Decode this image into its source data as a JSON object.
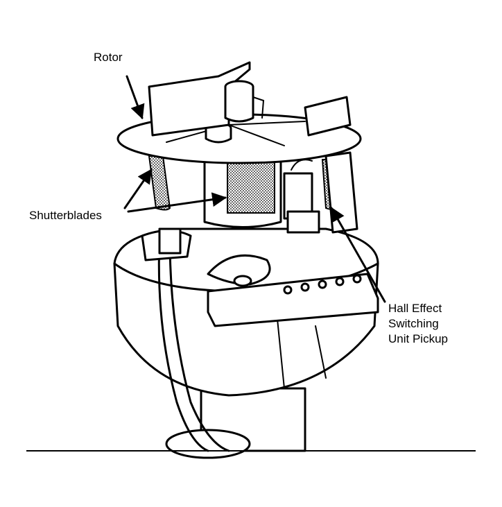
{
  "labels": {
    "rotor": "Rotor",
    "shutterblades": "Shutterblades",
    "hall_line1": "Hall Effect",
    "hall_line2": "Switching",
    "hall_line3": "Unit Pickup"
  },
  "colors": {
    "ink": "#000000",
    "paper": "#ffffff"
  }
}
